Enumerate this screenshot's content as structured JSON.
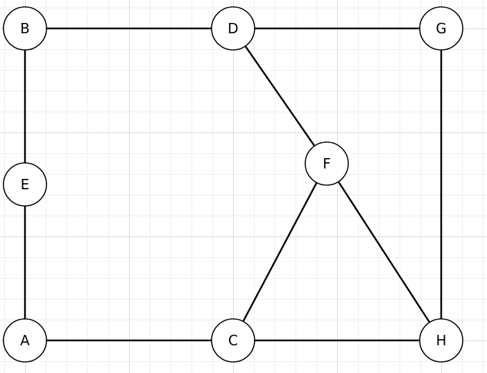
{
  "diagram": {
    "type": "undirected-graph",
    "grid": true,
    "colors": {
      "background": "#ffffff",
      "grid_major": "#d9d9d9",
      "grid_minor": "#ededed",
      "edge": "#000000",
      "node_fill": "#ffffff",
      "node_stroke": "#000000"
    },
    "nodes": [
      {
        "id": "B",
        "label": "B"
      },
      {
        "id": "D",
        "label": "D"
      },
      {
        "id": "G",
        "label": "G"
      },
      {
        "id": "E",
        "label": "E"
      },
      {
        "id": "F",
        "label": "F"
      },
      {
        "id": "A",
        "label": "A"
      },
      {
        "id": "C",
        "label": "C"
      },
      {
        "id": "H",
        "label": "H"
      }
    ],
    "edges": [
      {
        "from": "B",
        "to": "D"
      },
      {
        "from": "D",
        "to": "G"
      },
      {
        "from": "B",
        "to": "E"
      },
      {
        "from": "E",
        "to": "A"
      },
      {
        "from": "A",
        "to": "C"
      },
      {
        "from": "C",
        "to": "H"
      },
      {
        "from": "G",
        "to": "H"
      },
      {
        "from": "D",
        "to": "F"
      },
      {
        "from": "F",
        "to": "C"
      },
      {
        "from": "F",
        "to": "H"
      }
    ]
  }
}
